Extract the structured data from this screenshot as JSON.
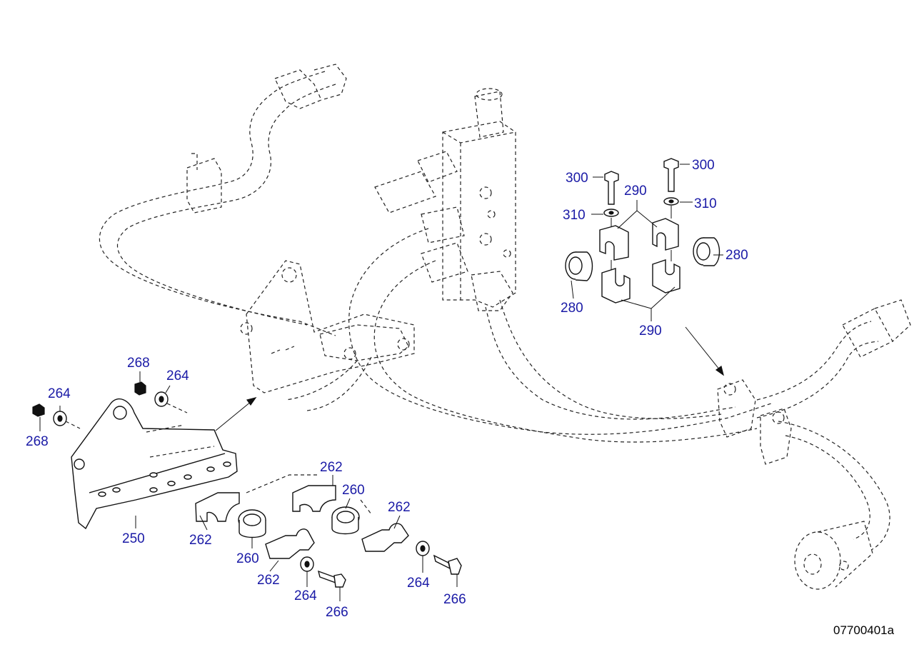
{
  "drawing_number": "07700401a",
  "callouts": {
    "c300a": "300",
    "c300b": "300",
    "c290a": "290",
    "c290b": "290",
    "c310a": "310",
    "c310b": "310",
    "c280a": "280",
    "c280b": "280",
    "c268a": "268",
    "c268b": "268",
    "c264a": "264",
    "c264b": "264",
    "c264c": "264",
    "c264d": "264",
    "c262a": "262",
    "c262b": "262",
    "c262c": "262",
    "c262d": "262",
    "c260a": "260",
    "c260b": "260",
    "c250": "250",
    "c266a": "266",
    "c266b": "266"
  },
  "colors": {
    "callout": "#1a1aa6",
    "line": "#111111"
  }
}
